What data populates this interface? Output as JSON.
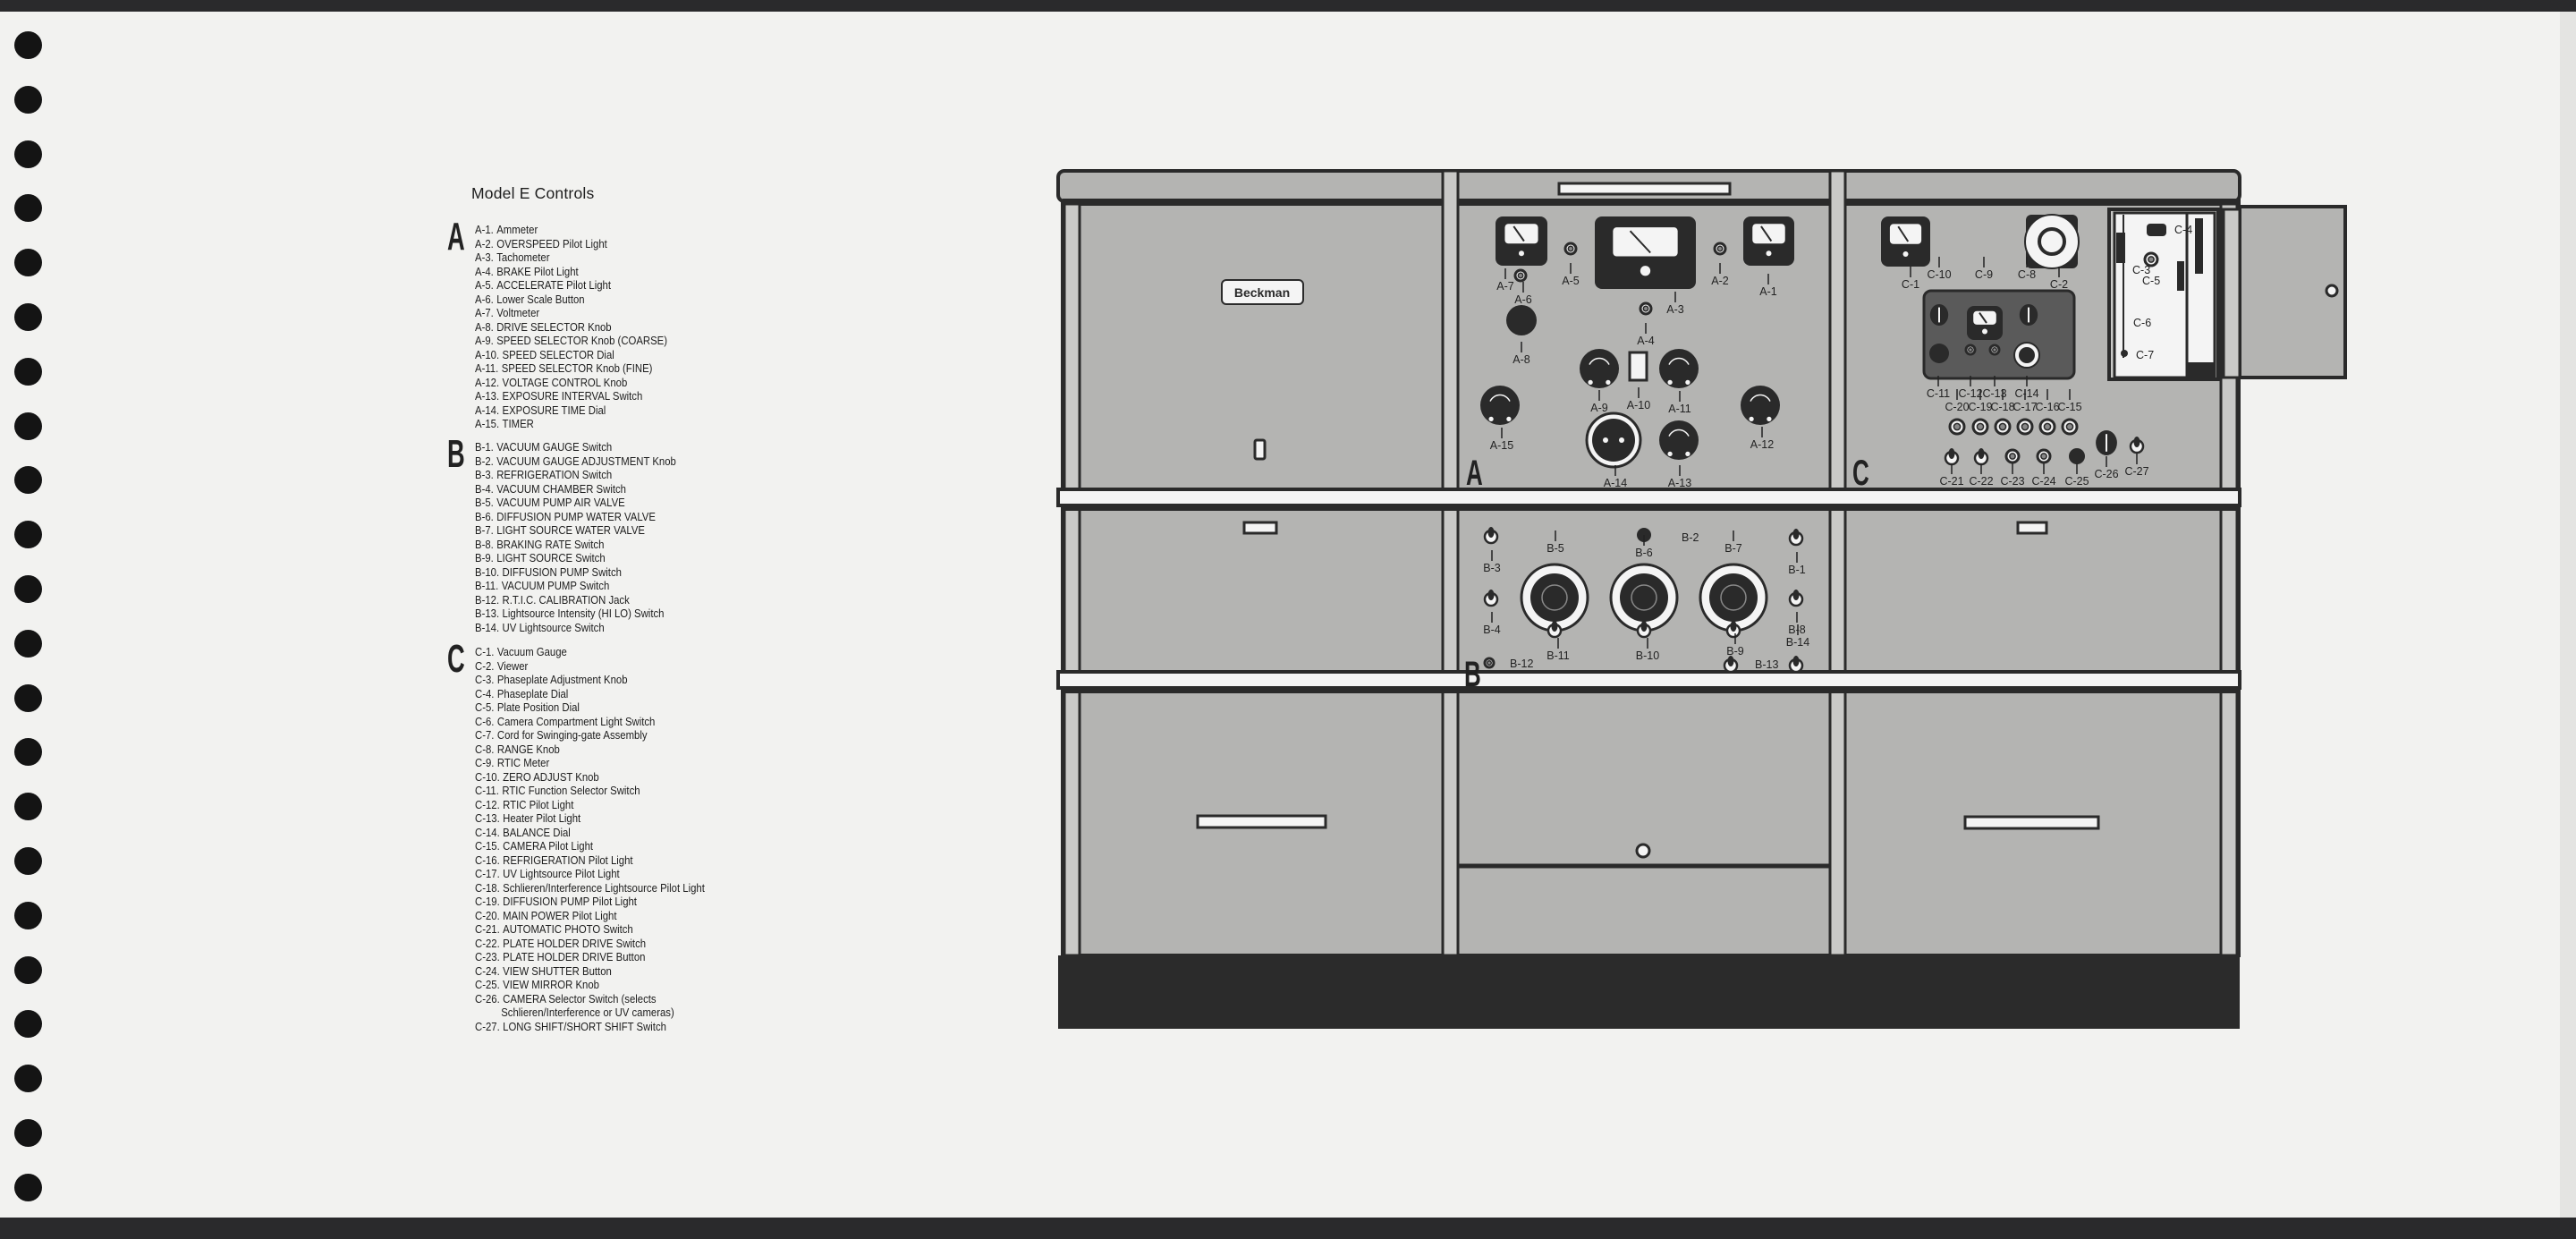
{
  "title": "Model E Controls",
  "sections": [
    {
      "letter": "A",
      "items": [
        {
          "code": "A-1.",
          "text": "Ammeter"
        },
        {
          "code": "A-2.",
          "text": "OVERSPEED Pilot Light"
        },
        {
          "code": "A-3.",
          "text": "Tachometer"
        },
        {
          "code": "A-4.",
          "text": "BRAKE Pilot Light"
        },
        {
          "code": "A-5.",
          "text": "ACCELERATE Pilot Light"
        },
        {
          "code": "A-6.",
          "text": "Lower Scale Button"
        },
        {
          "code": "A-7.",
          "text": "Voltmeter"
        },
        {
          "code": "A-8.",
          "text": "DRIVE SELECTOR Knob"
        },
        {
          "code": "A-9.",
          "text": "SPEED SELECTOR Knob (COARSE)"
        },
        {
          "code": "A-10.",
          "text": "SPEED SELECTOR Dial"
        },
        {
          "code": "A-11.",
          "text": "SPEED SELECTOR Knob (FINE)"
        },
        {
          "code": "A-12.",
          "text": "VOLTAGE CONTROL Knob"
        },
        {
          "code": "A-13.",
          "text": "EXPOSURE INTERVAL Switch"
        },
        {
          "code": "A-14.",
          "text": "EXPOSURE TIME Dial"
        },
        {
          "code": "A-15.",
          "text": "TIMER"
        }
      ]
    },
    {
      "letter": "B",
      "items": [
        {
          "code": "B-1.",
          "text": "VACUUM GAUGE Switch"
        },
        {
          "code": "B-2.",
          "text": "VACUUM GAUGE ADJUSTMENT Knob"
        },
        {
          "code": "B-3.",
          "text": "REFRIGERATION Switch"
        },
        {
          "code": "B-4.",
          "text": "VACUUM CHAMBER Switch"
        },
        {
          "code": "B-5.",
          "text": "VACUUM PUMP AIR VALVE"
        },
        {
          "code": "B-6.",
          "text": "DIFFUSION PUMP WATER VALVE"
        },
        {
          "code": "B-7.",
          "text": "LIGHT SOURCE WATER VALVE"
        },
        {
          "code": "B-8.",
          "text": "BRAKING RATE Switch"
        },
        {
          "code": "B-9.",
          "text": "LIGHT SOURCE Switch"
        },
        {
          "code": "B-10.",
          "text": "DIFFUSION PUMP Switch"
        },
        {
          "code": "B-11.",
          "text": "VACUUM PUMP Switch"
        },
        {
          "code": "B-12.",
          "text": "R.T.I.C. CALIBRATION Jack"
        },
        {
          "code": "B-13.",
          "text": "Lightsource Intensity (HI LO) Switch"
        },
        {
          "code": "B-14.",
          "text": "UV Lightsource Switch"
        }
      ]
    },
    {
      "letter": "C",
      "items": [
        {
          "code": "C-1.",
          "text": "Vacuum Gauge"
        },
        {
          "code": "C-2.",
          "text": "Viewer"
        },
        {
          "code": "C-3.",
          "text": "Phaseplate Adjustment Knob"
        },
        {
          "code": "C-4.",
          "text": "Phaseplate Dial"
        },
        {
          "code": "C-5.",
          "text": "Plate Position Dial"
        },
        {
          "code": "C-6.",
          "text": "Camera Compartment Light Switch"
        },
        {
          "code": "C-7.",
          "text": "Cord for Swinging-gate Assembly"
        },
        {
          "code": "C-8.",
          "text": "RANGE Knob"
        },
        {
          "code": "C-9.",
          "text": "RTIC Meter"
        },
        {
          "code": "C-10.",
          "text": "ZERO ADJUST Knob"
        },
        {
          "code": "C-11.",
          "text": "RTIC Function Selector Switch"
        },
        {
          "code": "C-12.",
          "text": "RTIC Pilot Light"
        },
        {
          "code": "C-13.",
          "text": "Heater Pilot Light"
        },
        {
          "code": "C-14.",
          "text": "BALANCE Dial"
        },
        {
          "code": "C-15.",
          "text": "CAMERA Pilot Light"
        },
        {
          "code": "C-16.",
          "text": "REFRIGERATION Pilot Light"
        },
        {
          "code": "C-17.",
          "text": "UV Lightsource Pilot Light"
        },
        {
          "code": "C-18.",
          "text": "Schlieren/Interference Lightsource Pilot Light"
        },
        {
          "code": "C-19.",
          "text": "DIFFUSION PUMP Pilot Light"
        },
        {
          "code": "C-20.",
          "text": "MAIN POWER Pilot Light"
        },
        {
          "code": "C-21.",
          "text": "AUTOMATIC PHOTO Switch"
        },
        {
          "code": "C-22.",
          "text": "PLATE HOLDER DRIVE Switch"
        },
        {
          "code": "C-23.",
          "text": "PLATE HOLDER DRIVE Button"
        },
        {
          "code": "C-24.",
          "text": "VIEW SHUTTER Button"
        },
        {
          "code": "C-25.",
          "text": "VIEW MIRROR Knob"
        },
        {
          "code": "C-26.",
          "text": "CAMERA Selector Switch (selects",
          "continued": "Schlieren/Interference or UV cameras)"
        },
        {
          "code": "C-27.",
          "text": "LONG SHIFT/SHORT SHIFT Switch"
        }
      ]
    }
  ],
  "diagram": {
    "brand": "Beckman",
    "panel_letters": {
      "a": "A",
      "b": "B",
      "c": "C"
    },
    "callouts": [
      "A-1",
      "A-2",
      "A-3",
      "A-4",
      "A-5",
      "A-6",
      "A-7",
      "A-8",
      "A-9",
      "A-10",
      "A-11",
      "A-12",
      "A-13",
      "A-14",
      "A-15",
      "B-1",
      "B-2",
      "B-3",
      "B-4",
      "B-5",
      "B-6",
      "B-7",
      "B-8",
      "B-9",
      "B-10",
      "B-11",
      "B-12",
      "B-13",
      "B-14",
      "C-1",
      "C-2",
      "C-3",
      "C-4",
      "C-5",
      "C-6",
      "C-7",
      "C-8",
      "C-9",
      "C-10",
      "C-11",
      "C-12",
      "C-13",
      "C-14",
      "C-15",
      "C-16",
      "C-17",
      "C-18",
      "C-19",
      "C-20",
      "C-21",
      "C-22",
      "C-23",
      "C-24",
      "C-25",
      "C-26",
      "C-27"
    ]
  },
  "colors": {
    "paper": "#f2f2f0",
    "panel": "#b4b4b2",
    "ink": "#2a2a2a"
  }
}
